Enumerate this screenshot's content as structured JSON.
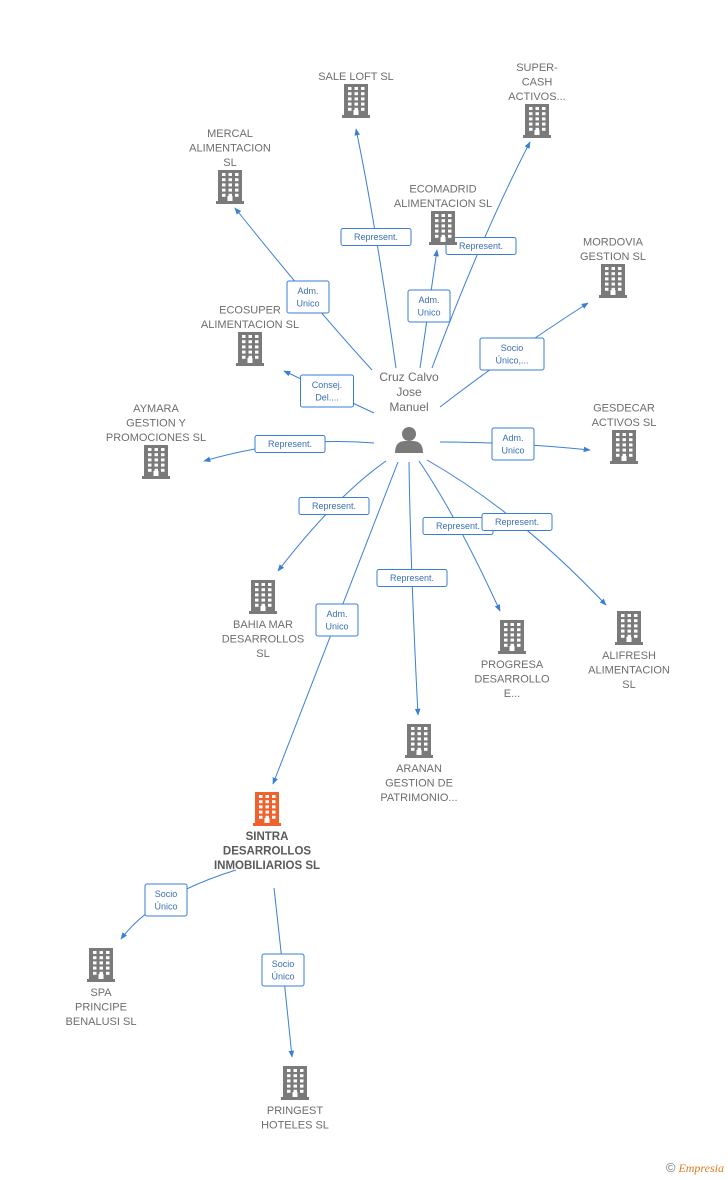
{
  "person": {
    "name_lines": [
      "Cruz Calvo",
      "Jose",
      "Manuel"
    ],
    "icon": "person-icon"
  },
  "companies": [
    {
      "id": "sale-loft",
      "name_lines": [
        "SALE LOFT SL"
      ],
      "highlighted": false
    },
    {
      "id": "super-cash",
      "name_lines": [
        "SUPER-",
        "CASH",
        "ACTIVOS..."
      ],
      "highlighted": false
    },
    {
      "id": "mercal",
      "name_lines": [
        "MERCAL",
        "ALIMENTACION",
        "SL"
      ],
      "highlighted": false
    },
    {
      "id": "ecomadrid",
      "name_lines": [
        "ECOMADRID",
        "ALIMENTACION SL"
      ],
      "highlighted": false
    },
    {
      "id": "mordovia",
      "name_lines": [
        "MORDOVIA",
        "GESTION SL"
      ],
      "highlighted": false
    },
    {
      "id": "ecosuper",
      "name_lines": [
        "ECOSUPER",
        "ALIMENTACION SL"
      ],
      "highlighted": false
    },
    {
      "id": "aymara",
      "name_lines": [
        "AYMARA",
        "GESTION Y",
        "PROMOCIONES SL"
      ],
      "highlighted": false
    },
    {
      "id": "gesdecar",
      "name_lines": [
        "GESDECAR",
        "ACTIVOS  SL"
      ],
      "highlighted": false
    },
    {
      "id": "bahia-mar",
      "name_lines": [
        "BAHIA MAR",
        "DESARROLLOS",
        "SL"
      ],
      "highlighted": false
    },
    {
      "id": "progresa",
      "name_lines": [
        "PROGRESA",
        "DESARROLLO",
        "E..."
      ],
      "highlighted": false
    },
    {
      "id": "alifresh",
      "name_lines": [
        "ALIFRESH",
        "ALIMENTACION",
        "SL"
      ],
      "highlighted": false
    },
    {
      "id": "aranan",
      "name_lines": [
        "ARANAN",
        "GESTION DE",
        "PATRIMONIO..."
      ],
      "highlighted": false
    },
    {
      "id": "sintra",
      "name_lines": [
        "SINTRA",
        "DESARROLLOS",
        "INMOBILIARIOS SL"
      ],
      "highlighted": true
    },
    {
      "id": "spa-principe",
      "name_lines": [
        "SPA",
        "PRINCIPE",
        "BENALUSI SL"
      ],
      "highlighted": false
    },
    {
      "id": "pringest",
      "name_lines": [
        "PRINGEST",
        "HOTELES SL"
      ],
      "highlighted": false
    }
  ],
  "edges": [
    {
      "from": "person",
      "to": "sale-loft",
      "label_lines": [
        "Represent."
      ]
    },
    {
      "from": "person",
      "to": "super-cash",
      "label_lines": [
        "Represent."
      ]
    },
    {
      "from": "person",
      "to": "mercal",
      "label_lines": [
        "Adm.",
        "Unico"
      ]
    },
    {
      "from": "person",
      "to": "ecomadrid",
      "label_lines": [
        "Adm.",
        "Unico"
      ]
    },
    {
      "from": "person",
      "to": "mordovia",
      "label_lines": [
        "Socio",
        "Único,..."
      ]
    },
    {
      "from": "person",
      "to": "ecosuper",
      "label_lines": [
        "Consej.",
        "Del...."
      ]
    },
    {
      "from": "person",
      "to": "aymara",
      "label_lines": [
        "Represent."
      ]
    },
    {
      "from": "person",
      "to": "gesdecar",
      "label_lines": [
        "Adm.",
        "Unico"
      ]
    },
    {
      "from": "person",
      "to": "bahia-mar",
      "label_lines": [
        "Represent."
      ]
    },
    {
      "from": "person",
      "to": "progresa",
      "label_lines": [
        "Represent."
      ]
    },
    {
      "from": "person",
      "to": "alifresh",
      "label_lines": [
        "Represent."
      ]
    },
    {
      "from": "person",
      "to": "aranan",
      "label_lines": [
        "Represent."
      ]
    },
    {
      "from": "person",
      "to": "sintra",
      "label_lines": [
        "Adm.",
        "Unico"
      ]
    },
    {
      "from": "sintra",
      "to": "spa-principe",
      "label_lines": [
        "Socio",
        "Único"
      ]
    },
    {
      "from": "sintra",
      "to": "pringest",
      "label_lines": [
        "Socio",
        "Único"
      ]
    }
  ],
  "colors": {
    "edge": "#3a7fd5",
    "node_icon": "#7a7a7a",
    "highlight_icon": "#f0622d",
    "label": "#6d6d6d"
  },
  "footer": {
    "copyright": "©",
    "brand": "Empresia"
  }
}
